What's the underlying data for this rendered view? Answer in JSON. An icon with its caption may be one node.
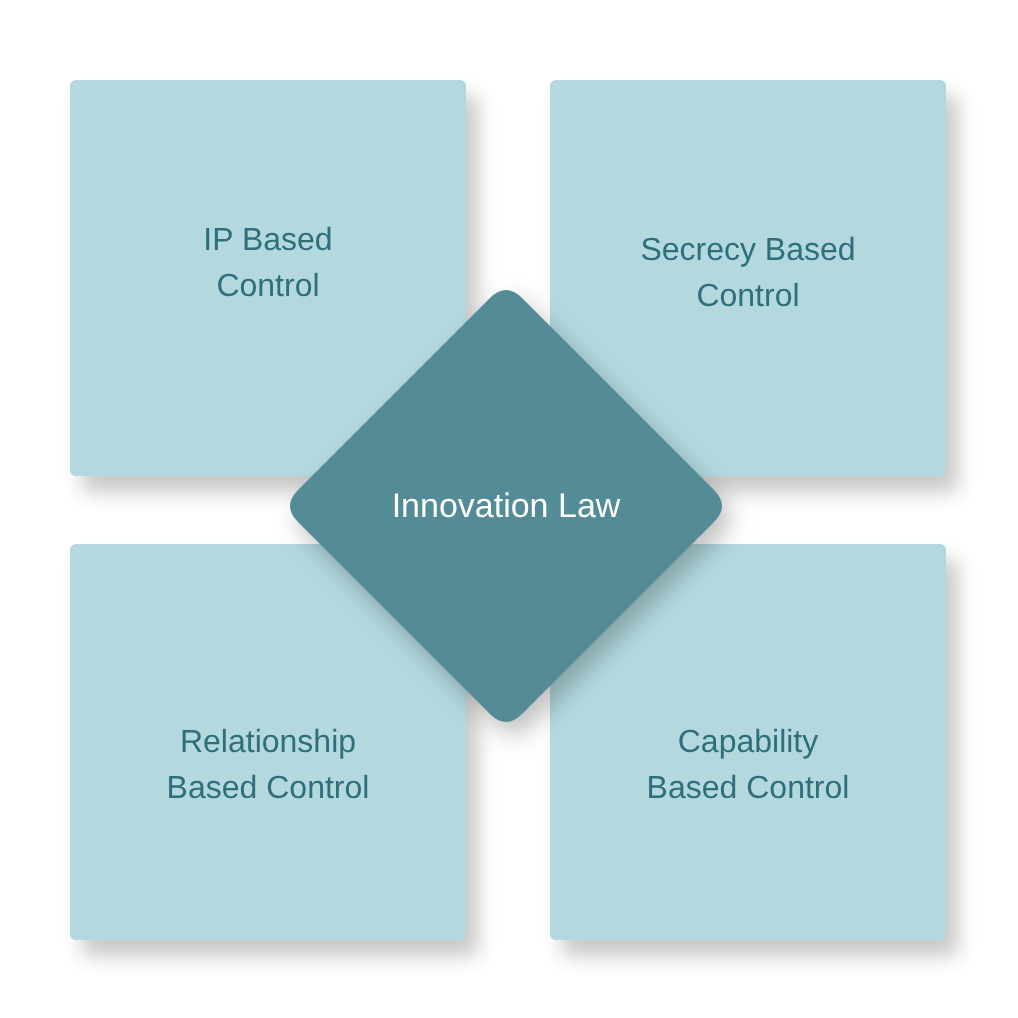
{
  "diagram": {
    "nodes": [
      {
        "text": [
          "IP Based Control"
        ]
      },
      {
        "text": [
          "Secrecy Based Control"
        ]
      },
      {
        "text": [
          "Innovation Law"
        ]
      },
      {
        "text": [
          "Relationship Based Control"
        ]
      },
      {
        "text": [
          "Capability Based Control"
        ]
      }
    ]
  }
}
